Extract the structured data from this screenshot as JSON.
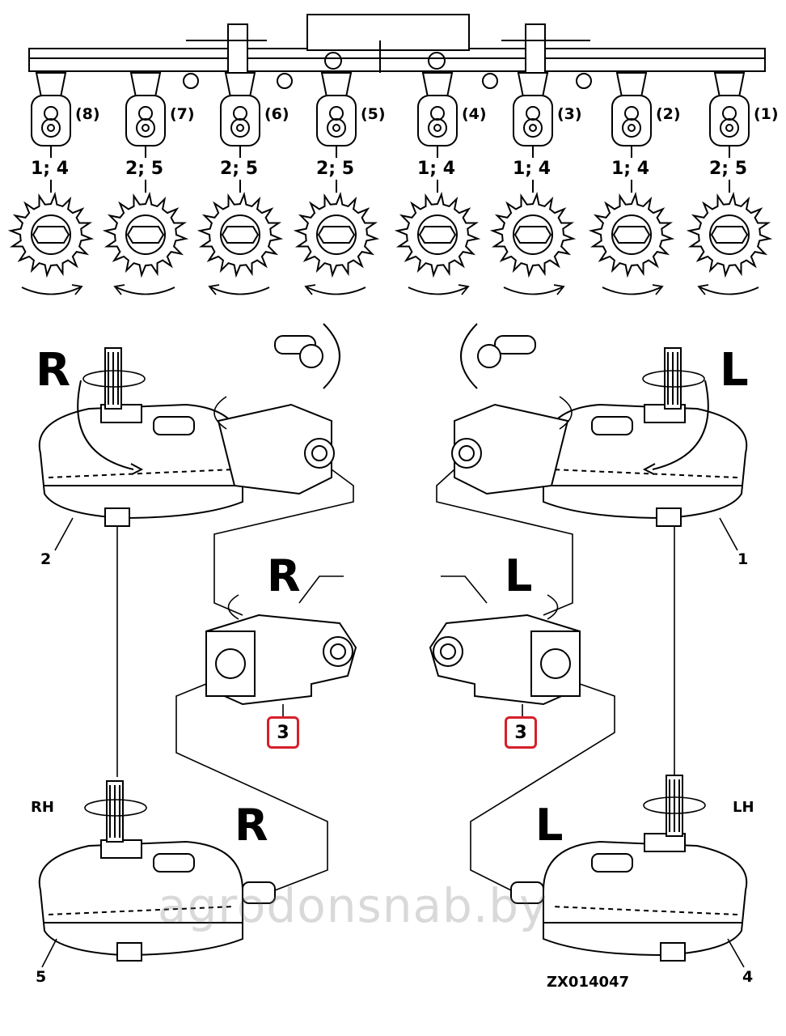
{
  "units": [
    {
      "label": "(8)",
      "ratio": "1; 4",
      "rotation": "right"
    },
    {
      "label": "(7)",
      "ratio": "2; 5",
      "rotation": "left"
    },
    {
      "label": "(6)",
      "ratio": "2; 5",
      "rotation": "left"
    },
    {
      "label": "(5)",
      "ratio": "2; 5",
      "rotation": "left"
    },
    {
      "label": "(4)",
      "ratio": "1; 4",
      "rotation": "right"
    },
    {
      "label": "(3)",
      "ratio": "1; 4",
      "rotation": "right"
    },
    {
      "label": "(2)",
      "ratio": "1; 4",
      "rotation": "right"
    },
    {
      "label": "(1)",
      "ratio": "2; 5",
      "rotation": "left"
    }
  ],
  "letters": {
    "r_top": "R",
    "l_top": "L",
    "r_mid": "R",
    "l_mid": "L",
    "r_bottom": "R",
    "l_bottom": "L"
  },
  "part_numbers": {
    "gearbox_top_left": "2",
    "gearbox_top_right": "1",
    "gearbox_bottom_left": "5",
    "gearbox_bottom_right": "4"
  },
  "callouts": {
    "left": "3",
    "right": "3"
  },
  "side_labels": {
    "rh": "RH",
    "lh": "LH"
  },
  "drawing_code": "ZX014047",
  "watermark": "agrodonsnab.by",
  "colors": {
    "line": "#000000",
    "callout_border": "#d61f2a",
    "watermark": "#8a8a8a"
  }
}
